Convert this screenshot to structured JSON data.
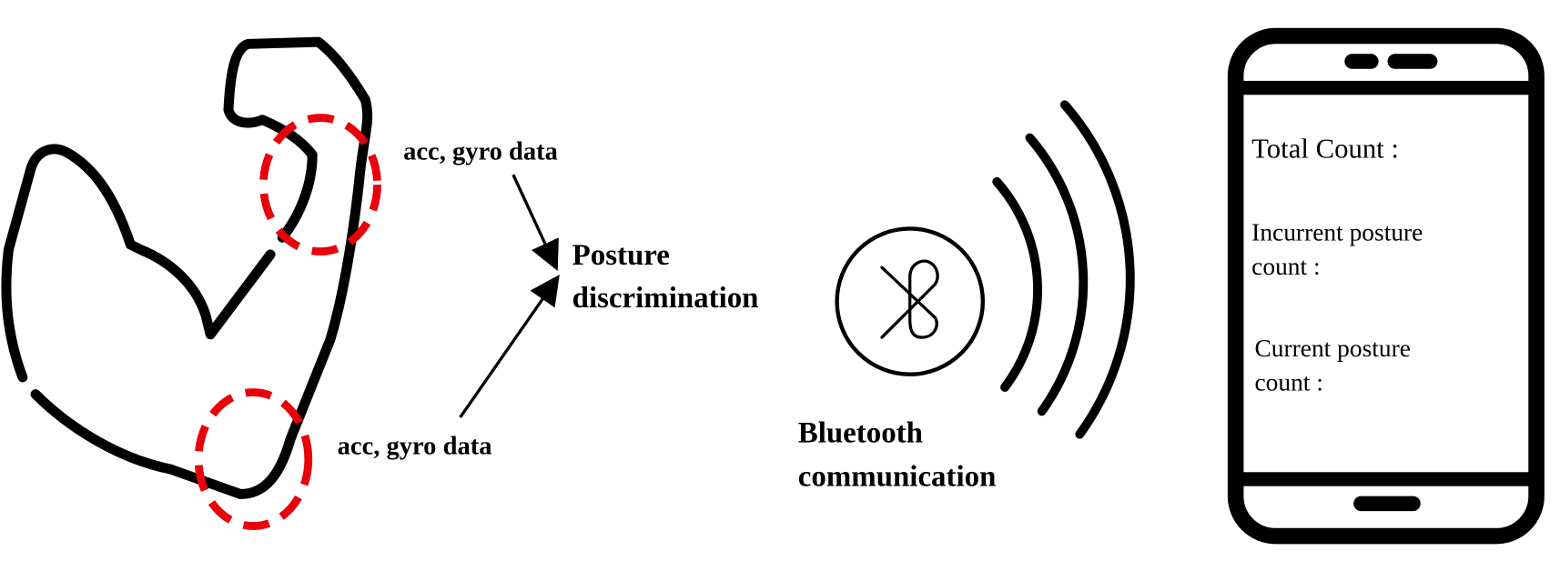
{
  "sensor_labels": {
    "upper": "acc, gyro data",
    "lower": "acc, gyro data"
  },
  "process": {
    "line1": "Posture",
    "line2": "discrimination"
  },
  "communication": {
    "line1": "Bluetooth",
    "line2": "communication",
    "icon": "bluetooth-icon"
  },
  "phone": {
    "total_count": "Total Count :",
    "incurrent_line1": "Incurrent posture",
    "incurrent_line2": "count :",
    "current_line1": "Current posture",
    "current_line2": "count :"
  },
  "colors": {
    "outline": "#000000",
    "sensor_marker": "#e8000b"
  }
}
